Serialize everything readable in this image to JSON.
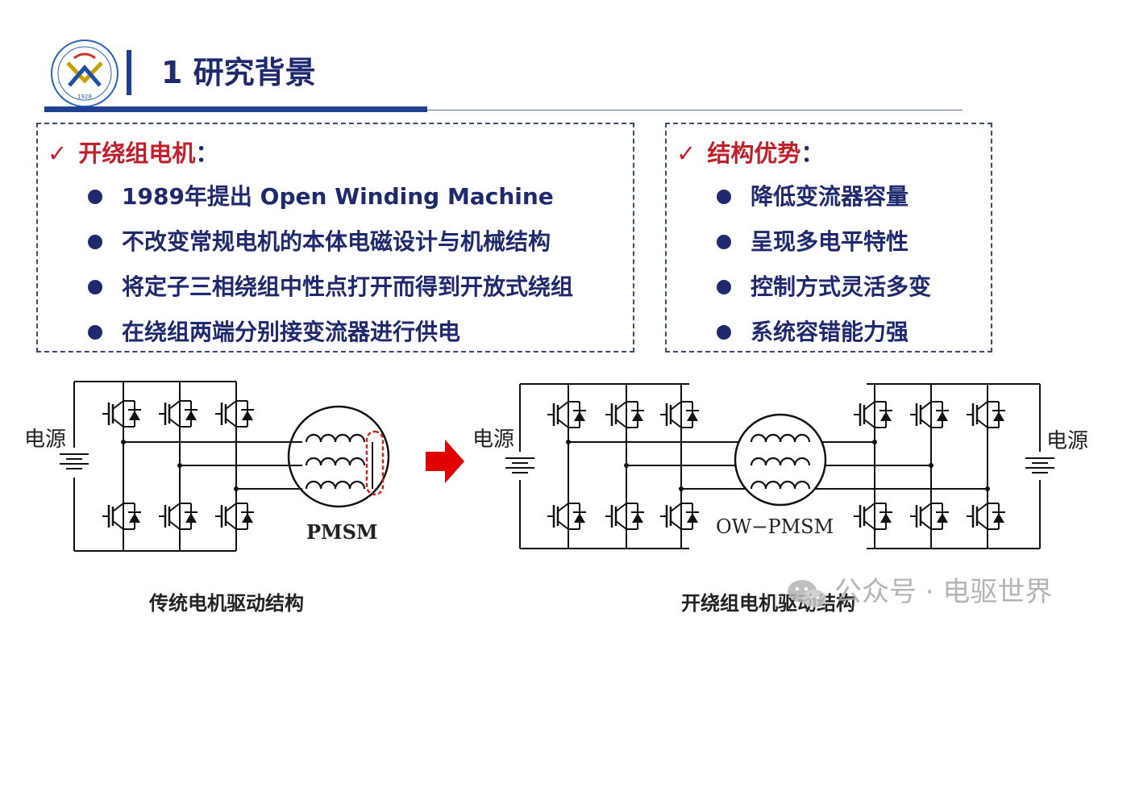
{
  "header": {
    "title": "1 研究背景",
    "logo_text": "1928"
  },
  "left_panel": {
    "heading": "开绕组电机",
    "colon": "：",
    "check": "✓",
    "items": [
      "1989年提出 Open Winding Machine",
      "不改变常规电机的本体电磁设计与机械结构",
      "将定子三相绕组中性点打开而得到开放式绕组",
      "在绕组两端分别接变流器进行供电"
    ]
  },
  "right_panel": {
    "heading": "结构优势",
    "colon": "：",
    "check": "✓",
    "items": [
      "降低变流器容量",
      "呈现多电平特性",
      "控制方式灵活多变",
      "系统容错能力强"
    ]
  },
  "diagram": {
    "power_label": "电源",
    "motor_left": "PMSM",
    "motor_right": "OW−PMSM",
    "caption_left": "传统电机驱动结构",
    "caption_right": "开绕组电机驱动结构"
  },
  "watermark": {
    "text": "公众号 · 电驱世界"
  },
  "colors": {
    "accent_red": "#c0202a",
    "navy": "#1f2a6e",
    "bar_blue": "#1f3f8f",
    "arrow_red": "#e00000"
  }
}
